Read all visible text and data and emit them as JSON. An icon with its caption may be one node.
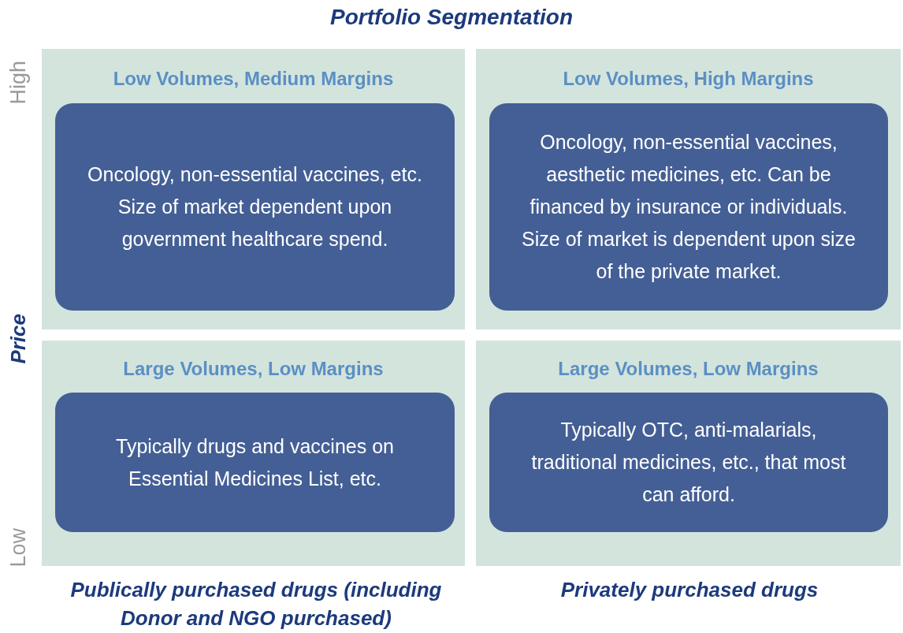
{
  "diagram": {
    "title": "Portfolio Segmentation",
    "nodes": [
      {
        "text": [
          "Low Volumes, Medium Margins"
        ]
      },
      {
        "text": [
          "Oncology, non-essential vaccines, etc.  Size of market dependent upon government healthcare spend."
        ],
        "in": 0
      },
      {
        "text": [
          "Low Volumes, High Margins"
        ]
      },
      {
        "text": [
          "Oncology, non-essential vaccines, aesthetic medicines, etc. Can be financed by insurance or individuals. Size of market is dependent upon size of the private market."
        ],
        "in": 2
      },
      {
        "text": [
          "Large Volumes, Low Margins"
        ]
      },
      {
        "text": [
          "Typically drugs and vaccines on Essential Medicines List, etc."
        ],
        "in": 4
      },
      {
        "text": [
          "Large Volumes, Low Margins"
        ]
      },
      {
        "text": [
          "Typically OTC, anti-malarials, traditional medicines, etc., that most can afford."
        ],
        "in": 6
      }
    ],
    "labels": [
      "High",
      "Price",
      "Low",
      "Publically purchased drugs (including Donor and NGO purchased)",
      "Privately purchased drugs"
    ]
  }
}
